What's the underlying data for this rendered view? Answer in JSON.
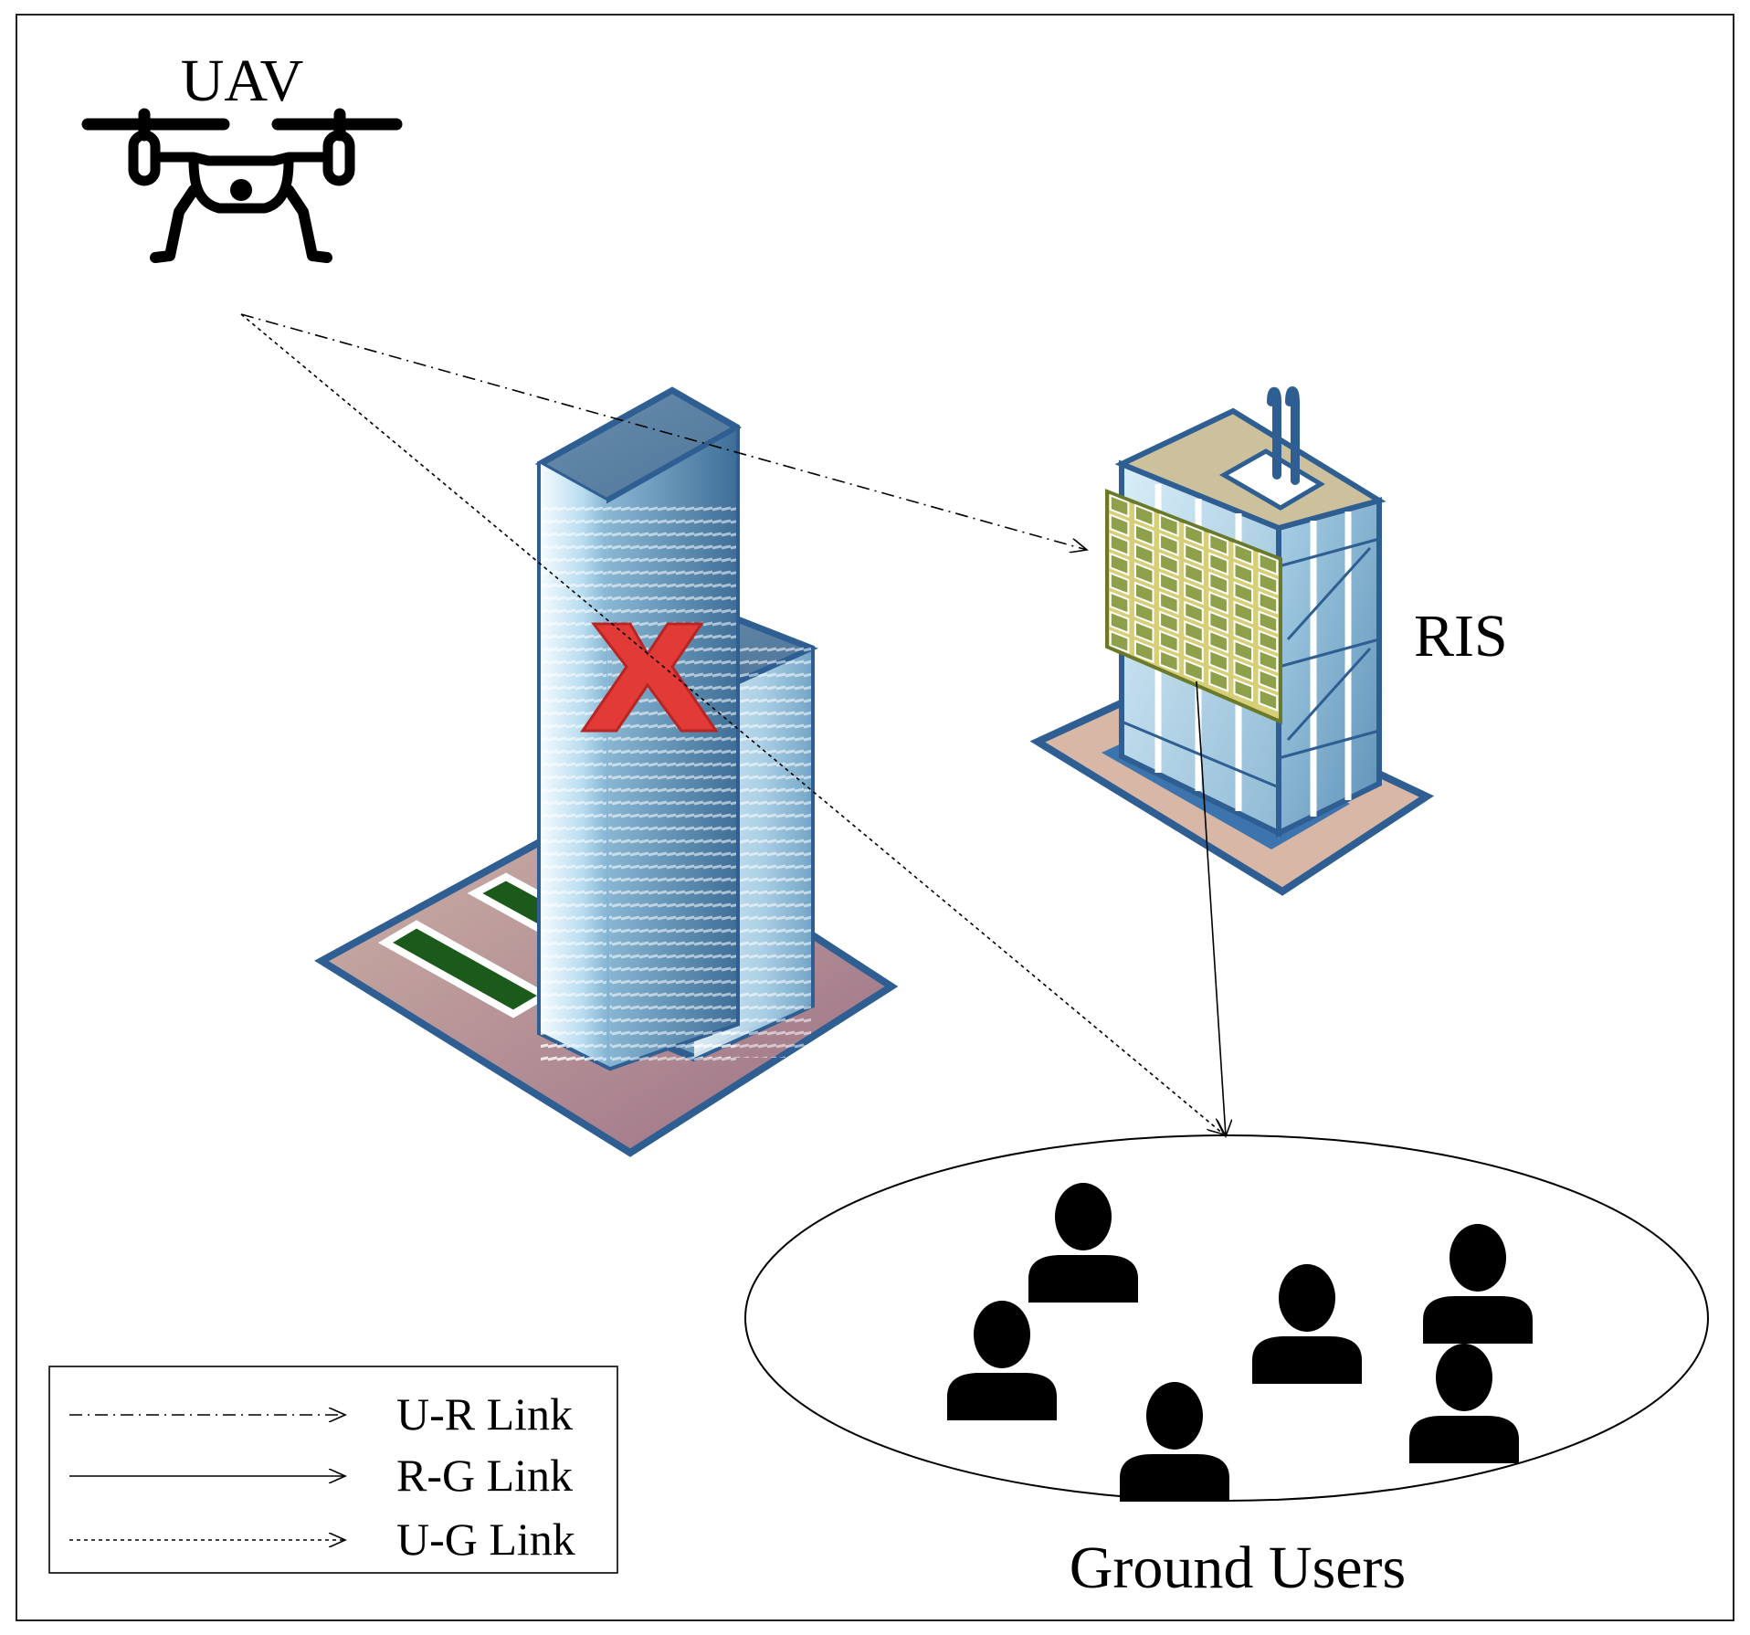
{
  "labels": {
    "uav": "UAV",
    "ris": "RIS",
    "ground_users": "Ground Users"
  },
  "legend": [
    {
      "style": "dash-dot",
      "label": "U-R Link"
    },
    {
      "style": "solid",
      "label": "R-G Link"
    },
    {
      "style": "dotted",
      "label": "U-G Link"
    }
  ],
  "colors": {
    "frame": "#222222",
    "glass_light": "#d6ebf5",
    "glass_mid": "#9cc5dc",
    "glass_dark": "#5b88ad",
    "outline": "#2f5f92",
    "plaza": "#b58a8e",
    "ris_panel": "#9aa84a",
    "block_x": "#e23a37",
    "users": "#000000"
  },
  "icons": {
    "uav": "drone-icon",
    "blocker": "red-x-icon",
    "user": "person-icon"
  }
}
